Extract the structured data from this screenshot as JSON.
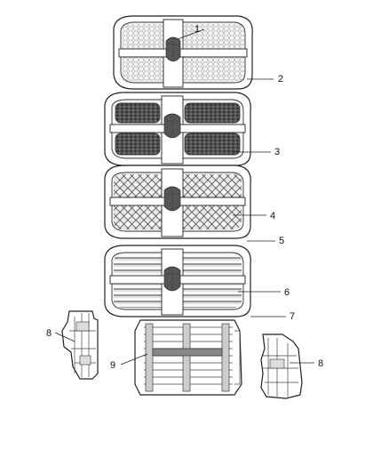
{
  "callouts": {
    "c1": "1",
    "c2": "2",
    "c3": "3",
    "c4": "4",
    "c5": "5",
    "c6": "6",
    "c7": "7",
    "c8_left": "8",
    "c8_right": "8",
    "c9": "9"
  }
}
